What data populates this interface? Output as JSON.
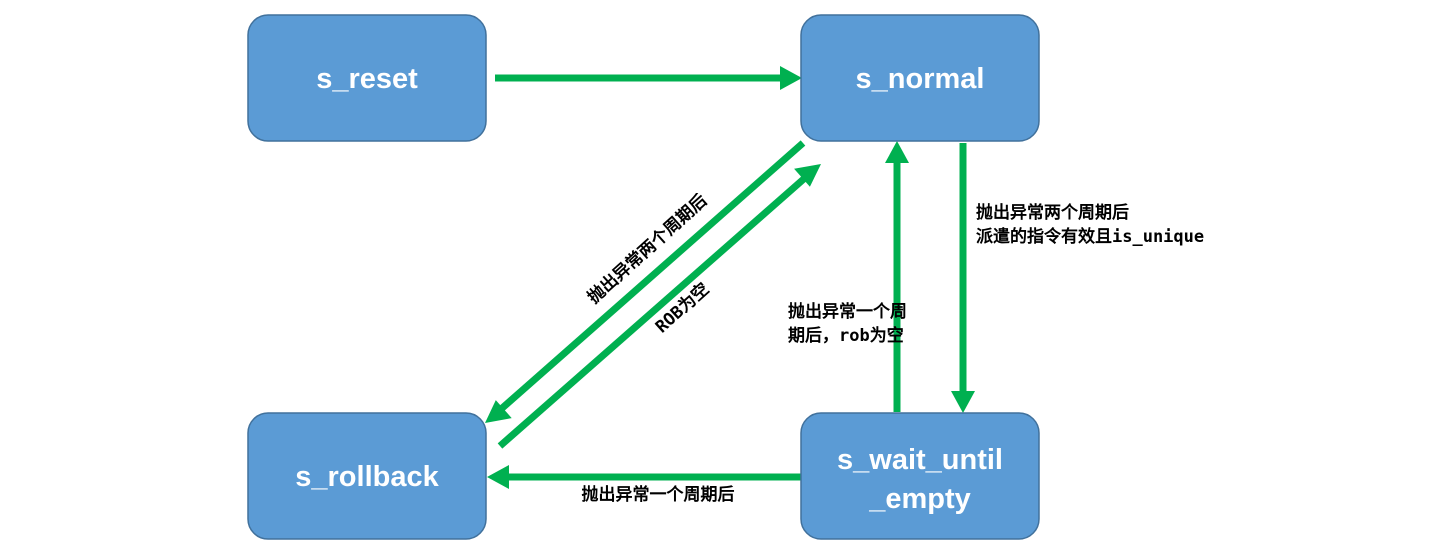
{
  "states": {
    "reset": "s_reset",
    "normal": "s_normal",
    "rollback": "s_rollback",
    "wait_line1": "s_wait_until",
    "wait_line2": "_empty"
  },
  "edges": {
    "normal_to_rollback": "抛出异常两个周期后",
    "rollback_to_normal": "ROB为空",
    "wait_to_normal_line1": "抛出异常一个周",
    "wait_to_normal_line2": "期后，rob为空",
    "normal_to_wait_line1": "抛出异常两个周期后",
    "normal_to_wait_line2": "派遣的指令有效且is_unique",
    "wait_to_rollback": "抛出异常一个周期后"
  },
  "colors": {
    "state_fill": "#5b9bd5",
    "state_border": "#41719c",
    "arrow": "#00b050"
  }
}
